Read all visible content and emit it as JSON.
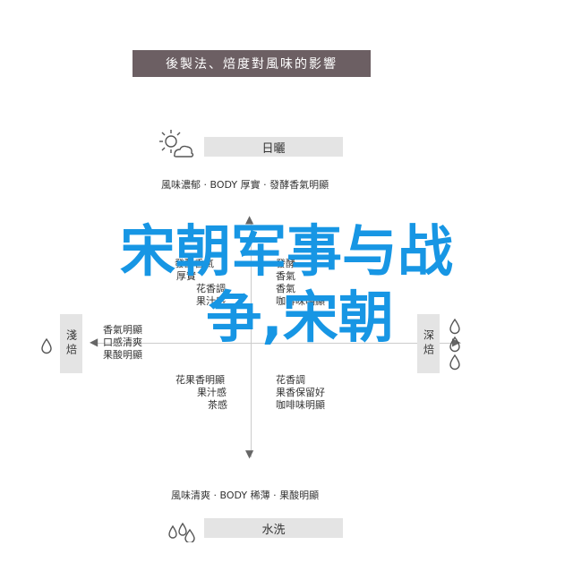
{
  "header": {
    "title": "後製法、焙度對風味的影響"
  },
  "top": {
    "pill": "日曬",
    "caption": "風味濃郁 · BODY 厚實 · 發酵香氣明顯"
  },
  "bottom": {
    "pill": "水洗",
    "caption": "風味清爽 · BODY 稀薄 · 果酸明顯"
  },
  "left": {
    "label": "淺焙",
    "lines": [
      "香氣明顯",
      "口感清爽",
      "果酸明顯"
    ]
  },
  "right": {
    "label": "深焙"
  },
  "upper_left_lines": [
    "發酵香氣",
    "厚實",
    "花香調",
    "果汁感"
  ],
  "upper_right_lines": [
    "發酵",
    "香氣",
    "香氣",
    "咖啡味明顯"
  ],
  "lower_left_lines": [
    "花果香明顯",
    "果汁感",
    "茶感"
  ],
  "lower_right_lines": [
    "花香調",
    "果香保留好",
    "咖啡味明顯"
  ],
  "overlay": {
    "line1": "宋朝军事与战",
    "line2": "争,宋朝"
  },
  "icons": {
    "sun": "sun-cloud-icon",
    "water": "water-drops-icon",
    "light": "single-drop-icon",
    "dark": "three-drops-icon"
  }
}
